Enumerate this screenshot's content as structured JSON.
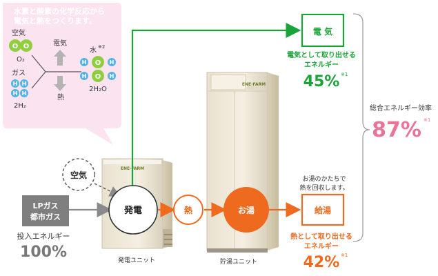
{
  "bubble": {
    "title_line1": "水素と酸素の化学反応から",
    "title_line2": "電気と熱をつくります。",
    "oxygen_label": "空気",
    "oxygen_atom": "O",
    "oxygen_formula": "O₂",
    "hydrogen_label": "ガス",
    "hydrogen_atom": "H",
    "hydrogen_formula": "2H₂",
    "electricity_label": "電気",
    "heat_label": "熱",
    "water_label": "水",
    "water_note": "※2",
    "water_formula": "2H₂O"
  },
  "input": {
    "gas_line1": "LPガス",
    "gas_line2": "都市ガス",
    "energy_label": "投入エネルギー",
    "energy_value": "100%"
  },
  "air_label": "空気",
  "power_node": "発電",
  "heat_node": "熱",
  "hotwater_node": "お湯",
  "electricity_out": {
    "box": "電 気",
    "line1": "電気として取り出せる",
    "line2": "エネルギー",
    "value": "45%",
    "note": "※1"
  },
  "heat_out": {
    "box": "給湯",
    "pre_line1": "お湯のかたちで",
    "pre_line2": "熱を回収します。",
    "line1": "熱として取り出せる",
    "line2": "エネルギー",
    "value": "42%",
    "note": "※1"
  },
  "total": {
    "label": "総合エネルギー効率",
    "value": "87%",
    "note": "※1"
  },
  "units": {
    "power_unit": "発電ユニット",
    "storage_unit": "貯湯ユニット",
    "brand": "ENE·FARM"
  },
  "colors": {
    "green": "#1aa339",
    "orange": "#ee6a1f",
    "pink_value": "#e8749a",
    "bubble_bg": "#fbe3ef",
    "gray_box": "#7f7f7f",
    "oxygen": "#8fcf3f",
    "hydrogen": "#56b3e6"
  }
}
